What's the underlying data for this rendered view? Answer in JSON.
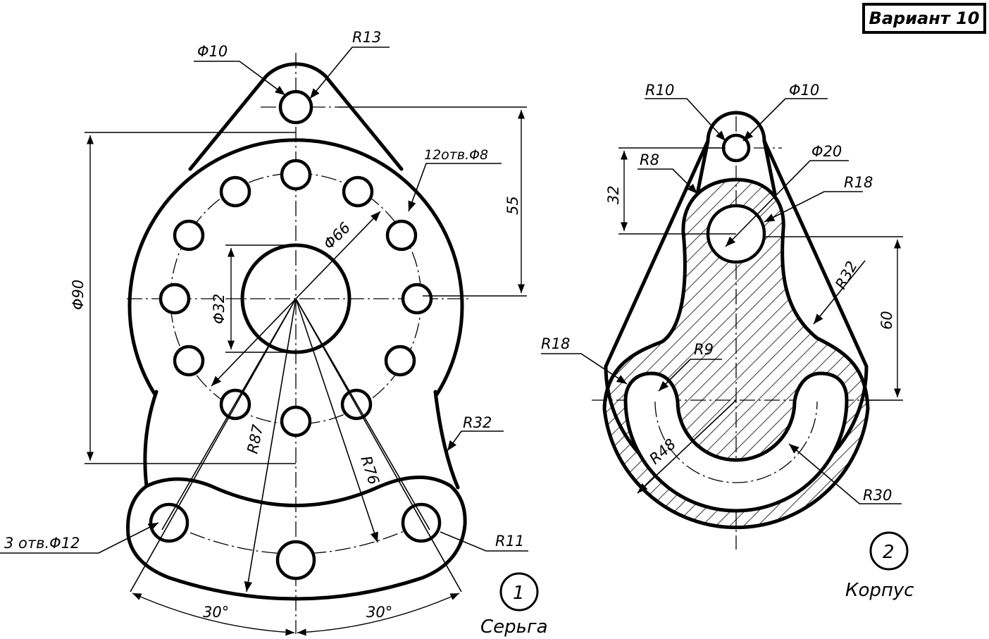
{
  "variant": "Вариант 10",
  "part1": {
    "number": "1",
    "name": "Серьга",
    "dims": {
      "d_top_hole": "Φ10",
      "r_top": "R13",
      "holes_ring": "12отв.Φ8",
      "d_outer": "Φ90",
      "d_bore": "Φ32",
      "d_pcd": "Φ66",
      "h_top": "55",
      "r_side": "R32",
      "r87": "R87",
      "r76": "R76",
      "holes_bottom": "3 отв.Φ12",
      "r11": "R11",
      "angle_left": "30°",
      "angle_right": "30°"
    }
  },
  "part2": {
    "number": "2",
    "name": "Корпус",
    "dims": {
      "r_top": "R10",
      "d_top_hole": "Φ10",
      "r8": "R8",
      "d20": "Φ20",
      "r18_top": "R18",
      "h32": "32",
      "r32": "R32",
      "h60": "60",
      "r18_left": "R18",
      "r9": "R9",
      "r48": "R48",
      "r30": "R30"
    }
  }
}
